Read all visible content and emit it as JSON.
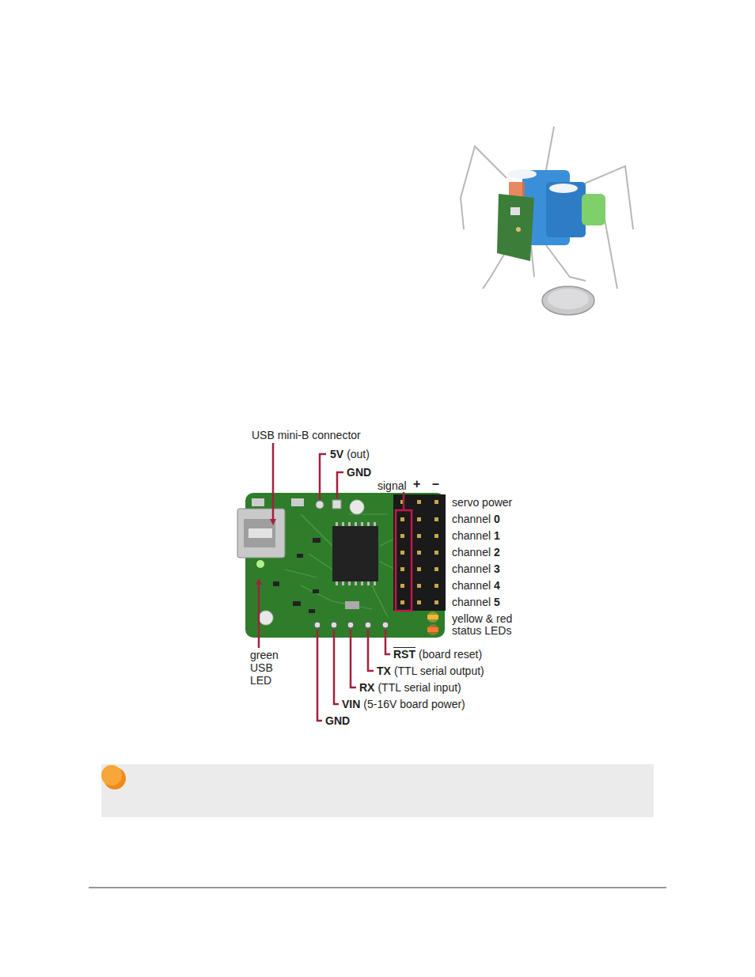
{
  "diagram": {
    "labels": [
      "USB mini-B connector",
      "5V",
      "(out)",
      "GND",
      "signal",
      "+",
      "–",
      "servo power",
      "channel",
      "0",
      "channel",
      "1",
      "channel",
      "2",
      "channel",
      "3",
      "channel",
      "4",
      "channel",
      "5",
      "yellow & red status LEDs",
      "RST",
      "(board reset)",
      "TX",
      "(TTL serial output)",
      "RX",
      "(TTL serial input)",
      "VIN",
      "(5-16V board power)",
      "GND",
      "green USB LED"
    ]
  }
}
